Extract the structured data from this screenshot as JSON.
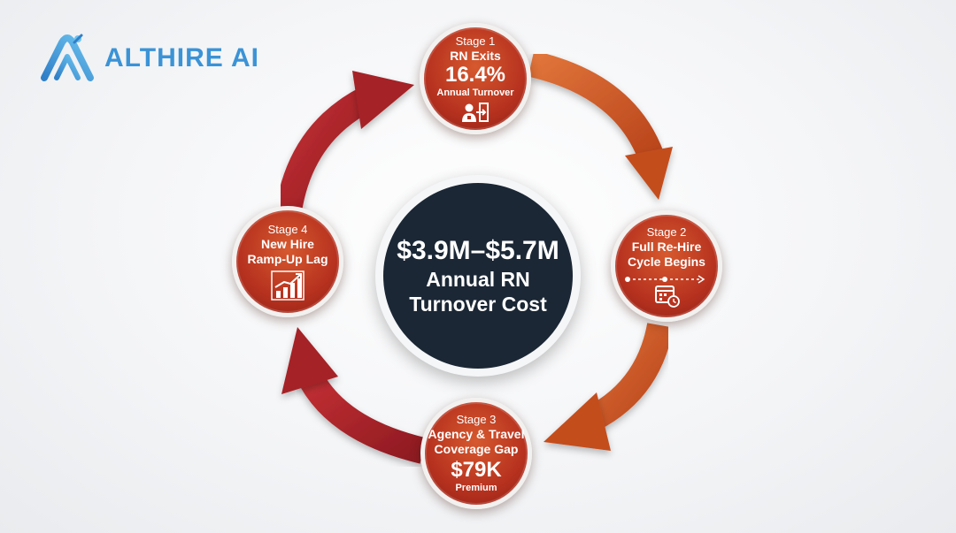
{
  "brand": {
    "name": "ALTHIRE AI",
    "logo_icon": "althire-a-logo-icon",
    "color": "#3b93d6"
  },
  "center": {
    "amount": "$3.9M–$5.7M",
    "label_line1": "Annual RN",
    "label_line2": "Turnover Cost",
    "color": "#1b2735"
  },
  "stages": [
    {
      "number": "Stage 1",
      "title": "RN Exits",
      "value": "16.4%",
      "value_label": "Annual Turnover",
      "icon": "nurse-exit-door-icon"
    },
    {
      "number": "Stage 2",
      "title_line1": "Full Re-Hire",
      "title_line2": "Cycle Begins",
      "icon": "timeline-calendar-clock-icon"
    },
    {
      "number": "Stage 3",
      "title_line1": "Agency & Travel",
      "title_line2": "Coverage Gap",
      "value": "$79K",
      "value_label": "Premium"
    },
    {
      "number": "Stage 4",
      "title_line1": "New Hire",
      "title_line2": "Ramp-Up Lag",
      "icon": "growth-bar-chart-icon"
    }
  ],
  "colors": {
    "stage_fill": "#b7321f",
    "arrow_orange": "#cf5a26",
    "arrow_red": "#a8222a"
  }
}
